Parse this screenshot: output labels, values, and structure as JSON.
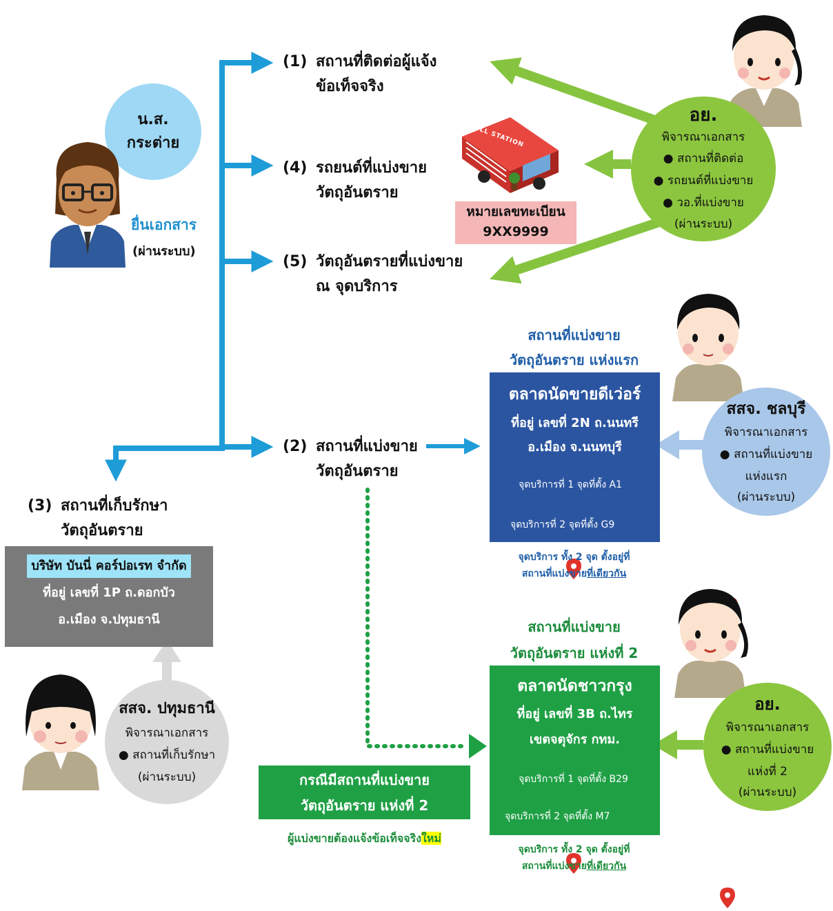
{
  "applicant": {
    "name_line1": "น.ส.",
    "name_line2": "กระต่าย",
    "action": "ยื่นเอกสาร",
    "via": "(ผ่านระบบ)"
  },
  "items": {
    "i1": {
      "num": "(1)",
      "line1": "สถานที่ติดต่อผู้แจ้ง",
      "line2": "ข้อเท็จจริง"
    },
    "i4": {
      "num": "(4)",
      "line1": "รถยนต์ที่แบ่งขาย",
      "line2": "วัตถุอันตราย"
    },
    "i5": {
      "num": "(5)",
      "line1": "วัตถุอันตรายที่แบ่งขาย",
      "line2": "ณ จุดบริการ"
    },
    "i2": {
      "num": "(2)",
      "line1": "สถานที่แบ่งขาย",
      "line2": "วัตถุอันตราย"
    },
    "i3": {
      "num": "(3)",
      "line1": "สถานที่เก็บรักษา",
      "line2": "วัตถุอันตราย"
    }
  },
  "truck": {
    "sign": "REFILL STATION",
    "plate_label": "หมายเลขทะเบียน",
    "plate_number": "9XX9999"
  },
  "officer_top": {
    "title": "อย.",
    "action": "พิจารณาเอกสาร",
    "bullets": [
      "สถานที่ติดต่อ",
      "รถยนต์ที่แบ่งขาย",
      "วอ.ที่แบ่งขาย"
    ],
    "via": "(ผ่านระบบ)"
  },
  "site1": {
    "heading_line1": "สถานที่แบ่งขาย",
    "heading_line2": "วัตถุอันตราย แห่งแรก",
    "name": "ตลาดนัดขายดีเว่อร์",
    "addr1": "ที่อยู่ เลขที่ 2N ถ.นนทรี",
    "addr2": "อ.เมือง จ.นนทบุรี",
    "svc1": "จุดบริการที่ 1 จุดที่ตั้ง A1",
    "svc2": "จุดบริการที่ 2 จุดที่ตั้ง G9",
    "note_line1": "จุดบริการ ทั้ง 2 จุด ตั้งอยู่ที่",
    "note_line2a": "สถานที่แบ่งขาย",
    "note_line2b": "ที่เดียวกัน"
  },
  "officer_chonburi": {
    "title": "สสจ. ชลบุรี",
    "action": "พิจารณาเอกสาร",
    "bullet": "สถานที่แบ่งขาย",
    "bullet2": "แห่งแรก",
    "via": "(ผ่านระบบ)"
  },
  "storage": {
    "company": "บริษัท บันนี่ คอร์ปอเรท จำกัด",
    "addr1": "ที่อยู่ เลขที่ 1P ถ.ดอกบัว",
    "addr2": "อ.เมือง จ.ปทุมธานี"
  },
  "officer_pathum": {
    "title": "สสจ. ปทุมธานี",
    "action": "พิจารณาเอกสาร",
    "bullet": "สถานที่เก็บรักษา",
    "via": "(ผ่านระบบ)"
  },
  "site2": {
    "heading_line1": "สถานที่แบ่งขาย",
    "heading_line2": "วัตถุอันตราย แห่งที่ 2",
    "name": "ตลาดนัดชาวกรุง",
    "addr1": "ที่อยู่ เลขที่ 3B ถ.ไทร",
    "addr2": "เขตจตุจักร กทม.",
    "svc1": "จุดบริการที่ 1 จุดที่ตั้ง B29",
    "svc2": "จุดบริการที่ 2 จุดที่ตั้ง M7",
    "note_line1": "จุดบริการ ทั้ง 2 จุด ตั้งอยู่ที่",
    "note_line2a": "สถานที่แบ่งขาย",
    "note_line2b": "ที่เดียวกัน"
  },
  "case2": {
    "line1": "กรณีมีสถานที่แบ่งขาย",
    "line2": "วัตถุอันตราย แห่งที่ 2",
    "note_a": "ผู้แบ่งขายต้องแจ้งข้อเท็จจริง",
    "note_b": "ใหม่"
  },
  "officer_bottom": {
    "title": "อย.",
    "action": "พิจารณาเอกสาร",
    "bullet": "สถานที่แบ่งขาย",
    "bullet2": "แห่งที่ 2",
    "via": "(ผ่านระบบ)"
  },
  "colors": {
    "blue_arrow": "#1e9cd7",
    "green_arrow": "#86c440",
    "site1_box": "#2b55a1",
    "site2_box": "#1fa045",
    "storage_box": "#7a7a7a",
    "light_blue_circle": "#a9c7e8",
    "green_circle": "#8cc63f",
    "grey_circle": "#d9d9d9",
    "applicant_bubble": "#9ed8f5",
    "plate_bg": "#f4b6b6",
    "highlight_yellow": "#ffff00",
    "company_highlight": "#9ee3f8"
  }
}
